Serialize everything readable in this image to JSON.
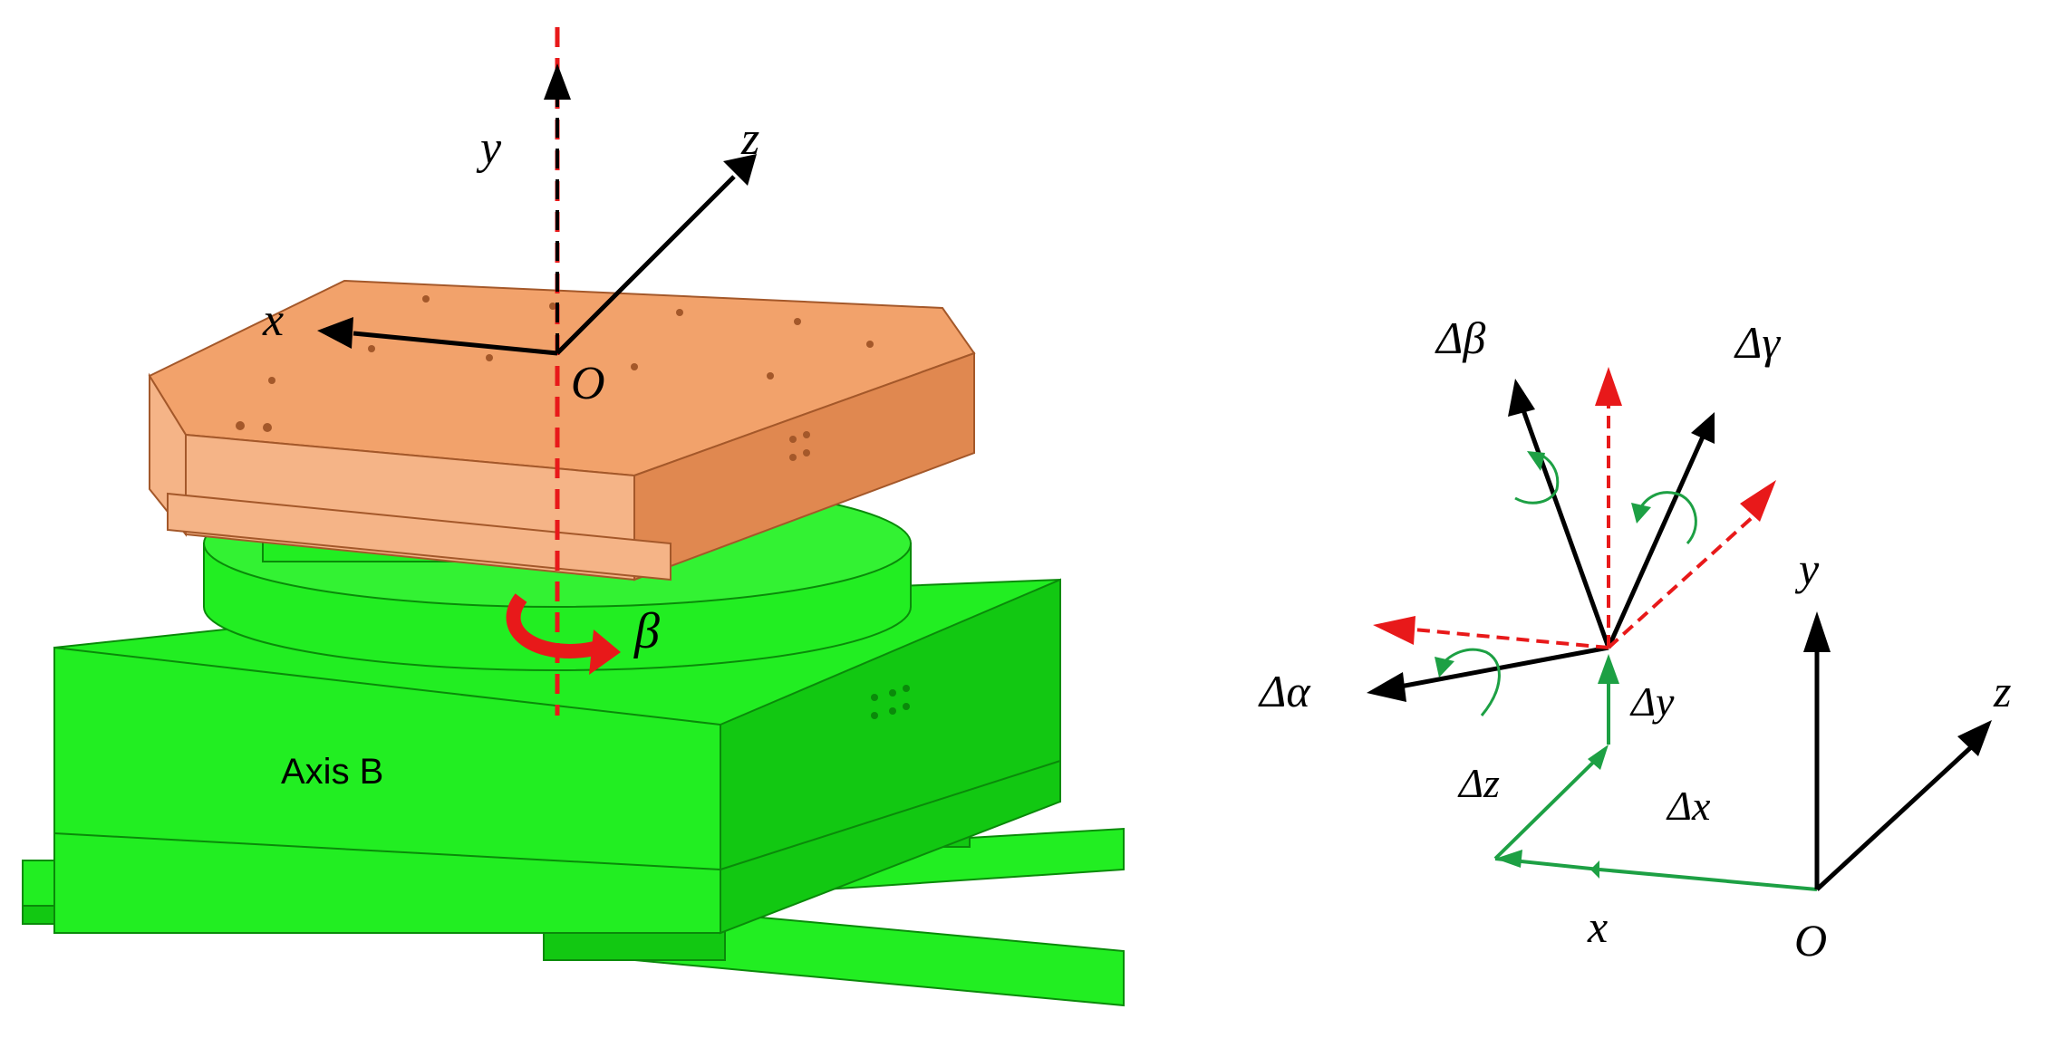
{
  "left_panel": {
    "axis_labels": {
      "y": "y",
      "z": "z",
      "x": "x",
      "origin": "O",
      "rotation": "β"
    },
    "axis_name": "Axis B",
    "colors": {
      "table_top": "#F2A26B",
      "table_top_side": "#E8935A",
      "base": "#22EE22",
      "base_dark": "#12C812",
      "rotation_axis": "#E8191A"
    }
  },
  "right_panel": {
    "errors": {
      "dbeta": "Δβ",
      "dgamma": "Δγ",
      "dalpha": "Δα",
      "dy": "Δy",
      "dz": "Δz",
      "dx": "Δx"
    },
    "axis_labels": {
      "y": "y",
      "z": "z",
      "x": "x",
      "origin": "O"
    },
    "colors": {
      "black": "#000000",
      "red": "#E8191A",
      "green": "#1DA044"
    }
  }
}
